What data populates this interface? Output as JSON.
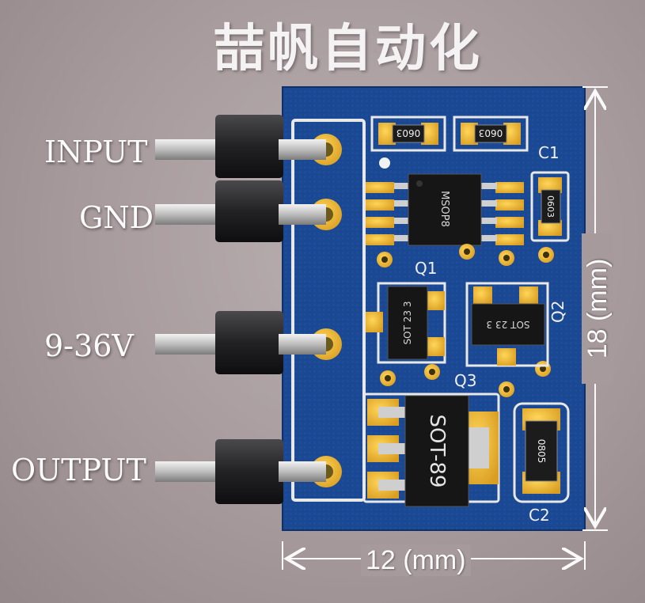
{
  "title": "喆帆自动化",
  "pins": [
    {
      "label": "INPUT"
    },
    {
      "label": "GND"
    },
    {
      "label": "9-36V"
    },
    {
      "label": "OUTPUT"
    }
  ],
  "dimensions": {
    "width_label": "12 (mm)",
    "height_label": "18 (mm)"
  },
  "board": {
    "color": "#1a4690",
    "pad_color": "#e8b63a",
    "components": {
      "r1_marking": "0603",
      "r2_marking": "0603",
      "c1_label": "C1",
      "c1_marking": "0603",
      "ic_marking": "MSOP8",
      "q1_label": "Q1",
      "q1_marking": "SOT 23 3",
      "q2_label": "Q2",
      "q2_marking": "SOT 23 3",
      "q3_label": "Q3",
      "q3_marking": "SOT-89",
      "c2_label": "C2",
      "c2_marking": "0805"
    }
  }
}
